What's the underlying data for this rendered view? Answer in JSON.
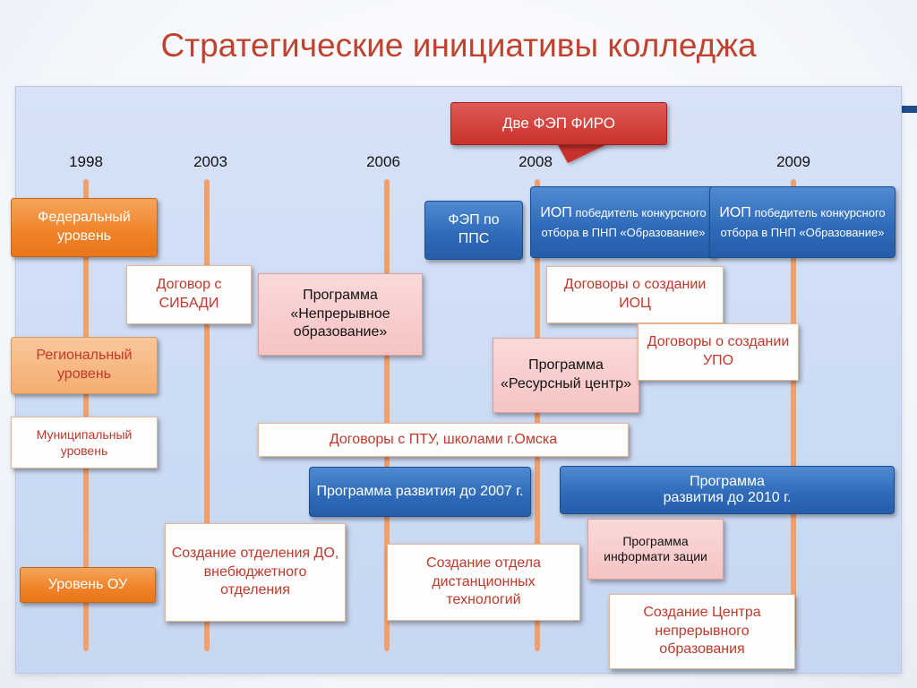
{
  "title": "Стратегические инициативы колледжа",
  "years": [
    "1998",
    "2003",
    "2006",
    "2008",
    "2009"
  ],
  "callout": "Две  ФЭП ФИРО",
  "levels": {
    "federal": "Федеральный уровень",
    "regional": "Региональный уровень",
    "municipal": "Муниципальный уровень",
    "ou": "Уровень ОУ"
  },
  "boxes": {
    "fep_pps": "ФЭП по ППС",
    "iop_2008_lead": "ИОП",
    "iop_2008_rest": "победитель конкурсного отбора в ПНП «Образование»",
    "iop_2009_lead": "ИОП",
    "iop_2009_rest": "победитель конкурсного отбора в ПНП «Образование»",
    "sibadi": "Договор с СИБАДИ",
    "nepreryvnoe": "Программа «Непрерывное образование»",
    "ioc": "Договоры о создании ИОЦ",
    "resursny": "Программа «Ресурсный центр»",
    "upo": "Договоры о создании УПО",
    "ptu": "Договоры с ПТУ, школами г.Омска",
    "razvitie_2007": "Программа развития до 2007 г.",
    "razvitie_2010_line1": "Программа",
    "razvitie_2010_line2": "развития до 2010 г.",
    "informatizacii": "Программа информати зации",
    "do_otdel": "Создание отделения ДО, внебюджетного отделения",
    "dist_otdel": "Создание отдела дистанционных технологий",
    "centr": "Создание Центра непрерывного образования"
  },
  "colors": {
    "title": "#c0432f",
    "timeline": "#f0a06c",
    "blue_box": "#2e69b8",
    "orange_box": "#ef8228",
    "red_callout": "#c9312c"
  }
}
